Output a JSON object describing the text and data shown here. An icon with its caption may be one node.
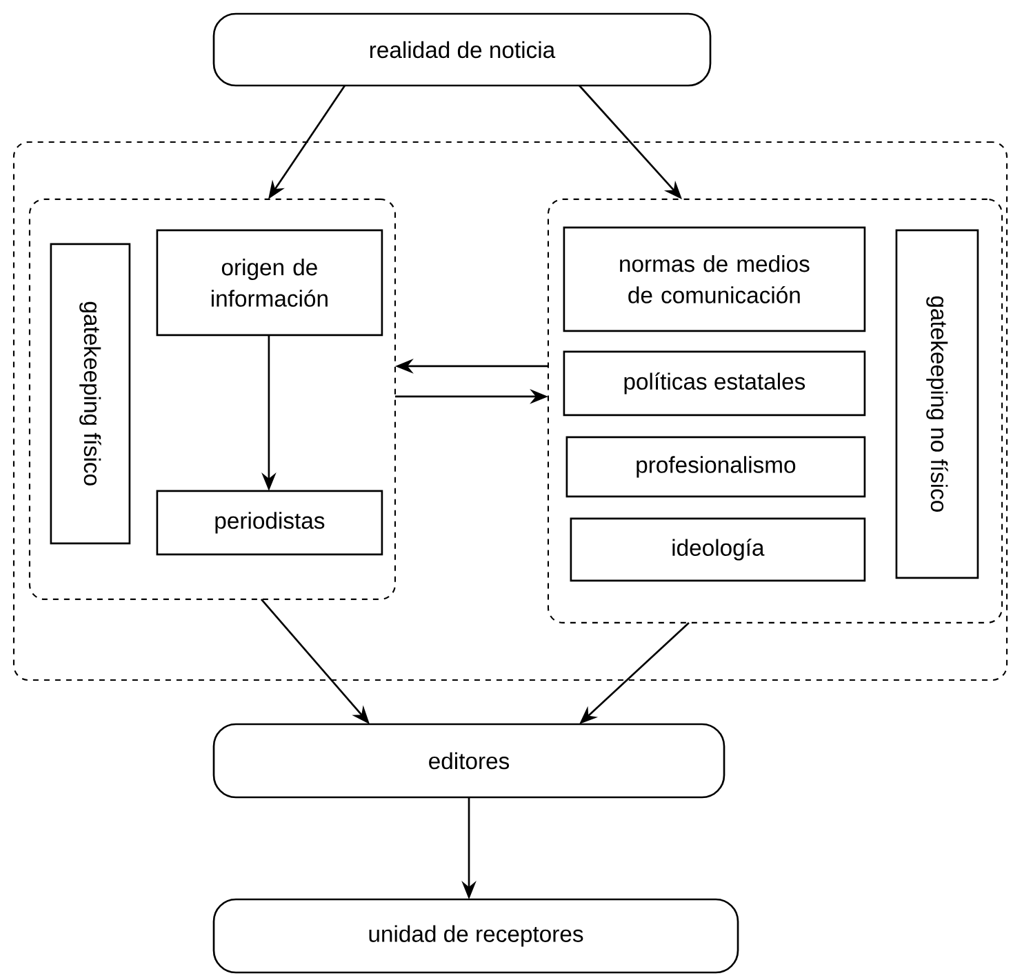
{
  "diagram": {
    "nodes": [
      {
        "text": [
          "realidad de noticia"
        ]
      },
      {
        "text": [],
        "shape": "box"
      },
      {
        "text": [],
        "shape": "box",
        "in": 1
      },
      {
        "text": [
          "gatekeeping físico"
        ],
        "in": 2
      },
      {
        "text": [
          "origen de información"
        ],
        "in": 2
      },
      {
        "text": [
          "periodistas"
        ],
        "in": 2
      },
      {
        "text": [],
        "shape": "box",
        "in": 1
      },
      {
        "text": [
          "normas de medios de comunicación"
        ],
        "in": 6
      },
      {
        "text": [
          "políticas estatales"
        ],
        "in": 6
      },
      {
        "text": [
          "profesionalismo"
        ],
        "in": 6
      },
      {
        "text": [
          "ideología"
        ],
        "in": 6
      },
      {
        "text": [
          "gatekeeping no físico"
        ],
        "in": 6
      },
      {
        "text": [
          "editores"
        ]
      },
      {
        "text": [
          "unidad de receptores"
        ]
      }
    ],
    "edges": [
      {
        "from": 0,
        "to": 2,
        "arrow": "to"
      },
      {
        "from": 0,
        "to": 6,
        "arrow": "to"
      },
      {
        "from": 4,
        "to": 5,
        "arrow": "to"
      },
      {
        "from": 6,
        "to": 2,
        "arrow": "to"
      },
      {
        "from": 2,
        "to": 6,
        "arrow": "to"
      },
      {
        "from": 2,
        "to": 12,
        "arrow": "to"
      },
      {
        "from": 6,
        "to": 12,
        "arrow": "to"
      },
      {
        "from": 12,
        "to": 13,
        "arrow": "to"
      }
    ]
  }
}
